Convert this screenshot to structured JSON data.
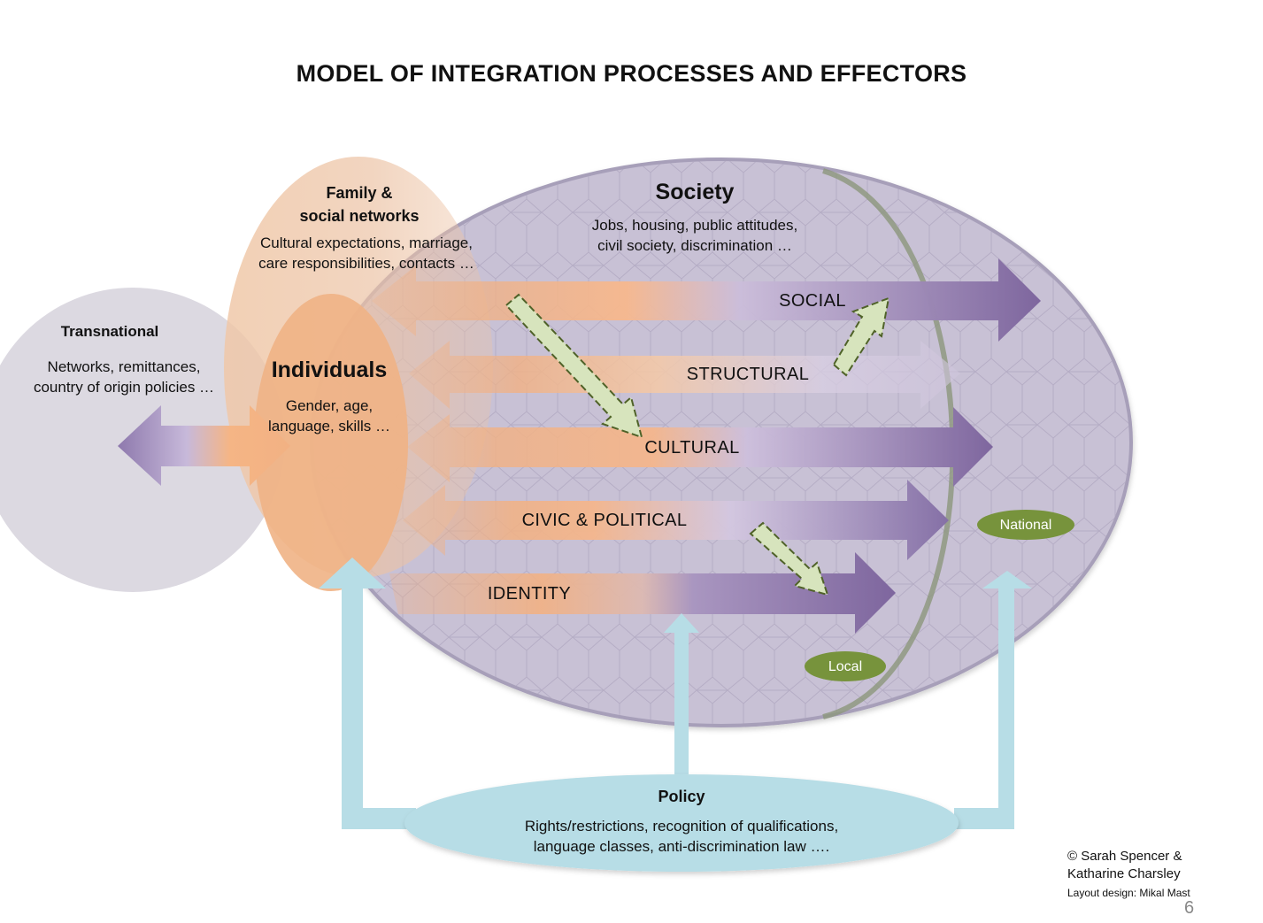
{
  "title": "MODEL OF INTEGRATION PROCESSES AND EFFECTORS",
  "transnational": {
    "heading": "Transnational",
    "line1": "Networks, remittances,",
    "line2": "country of origin policies …"
  },
  "family": {
    "heading1": "Family &",
    "heading2": "social networks",
    "line1": "Cultural expectations, marriage,",
    "line2": "care responsibilities, contacts …"
  },
  "individuals": {
    "heading": "Individuals",
    "line1": "Gender, age,",
    "line2": "language, skills …"
  },
  "society": {
    "heading": "Society",
    "line1": "Jobs, housing, public attitudes,",
    "line2": "civil society, discrimination …"
  },
  "processes": {
    "social": "SOCIAL",
    "structural": "STRUCTURAL",
    "cultural": "CULTURAL",
    "civic": "CIVIC & POLITICAL",
    "identity": "IDENTITY"
  },
  "levels": {
    "national": "National",
    "local": "Local"
  },
  "policy": {
    "heading": "Policy",
    "line1": "Rights/restrictions, recognition of qualifications,",
    "line2": "language classes, anti-discrimination law …."
  },
  "credits": {
    "line1": "© Sarah Spencer &",
    "line2": "Katharine Charsley",
    "line3": "Layout design: Mikal Mast"
  },
  "page_number": "6",
  "colors": {
    "orange": "#f2b183",
    "purple": "#8a74a8",
    "lavender_bg": "#c9c3d6",
    "transnational_bg": "#d9d6de",
    "policy_blue": "#b7dde6",
    "level_green": "#77933c",
    "dashed_arrow": "#d7e4bd"
  }
}
